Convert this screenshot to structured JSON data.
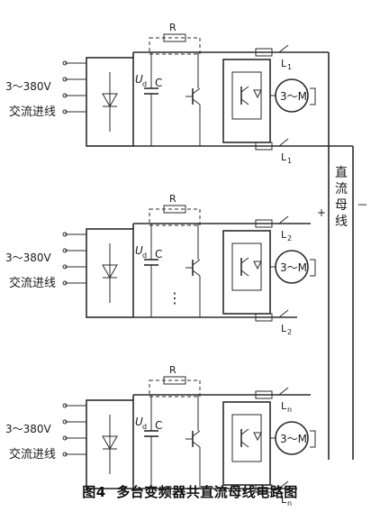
{
  "caption": {
    "figure_no": "图4",
    "title": "多台变频器共直流母线电路图"
  },
  "units": [
    {
      "voltage": "3～380V",
      "incoming": "交流进线",
      "u_label": "U",
      "u_sub": "d",
      "c_label": "C",
      "r_label": "R",
      "l_label": "L",
      "l_sub": "1",
      "motor": "3～M",
      "show_plus": false
    },
    {
      "voltage": "3～380V",
      "incoming": "交流进线",
      "u_label": "U",
      "u_sub": "d",
      "c_label": "C",
      "r_label": "R",
      "l_label": "L",
      "l_sub": "2",
      "motor": "3～M",
      "show_plus": true
    },
    {
      "voltage": "3～380V",
      "incoming": "交流进线",
      "u_label": "U",
      "u_sub": "d",
      "c_label": "C",
      "r_label": "R",
      "l_label": "L",
      "l_sub": "n",
      "motor": "3～M",
      "show_plus": false
    }
  ],
  "bus": {
    "label_chars": [
      "直",
      "流",
      "母",
      "线"
    ],
    "plus": "+",
    "minus": "－"
  },
  "ellipsis": "⋮"
}
